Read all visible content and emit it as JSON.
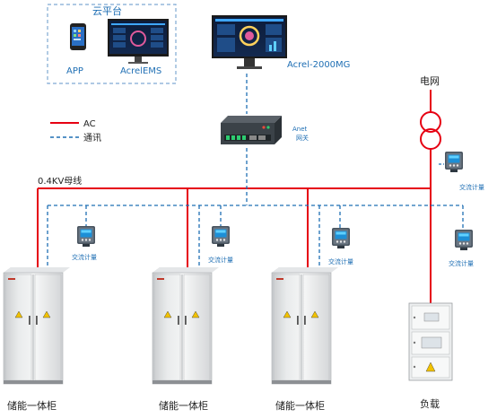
{
  "cloud": {
    "title": "云平台",
    "app_label": "APP",
    "ems_label": "AcrelEMS"
  },
  "monitor": {
    "label": "Acrel-2000MG"
  },
  "gateway": {
    "label_1": "Anet",
    "label_2": "网关"
  },
  "grid": {
    "label": "电网"
  },
  "legend": {
    "ac_label": "AC",
    "comm_label": "通讯"
  },
  "bus": {
    "label": "0.4KV母线"
  },
  "meters": {
    "grid_meter": "交流计量",
    "meter_1": "交流计量",
    "meter_2": "交流计量",
    "meter_3": "交流计量",
    "meter_4": "交流计量"
  },
  "cabinets": {
    "cabinet_1": "储能一体柜",
    "cabinet_2": "储能一体柜",
    "cabinet_3": "储能一体柜"
  },
  "load": {
    "label": "负载"
  },
  "colors": {
    "ac_line": "#e60012",
    "comm_line": "#1f6fb4",
    "text_blue": "#1f6fb4"
  }
}
